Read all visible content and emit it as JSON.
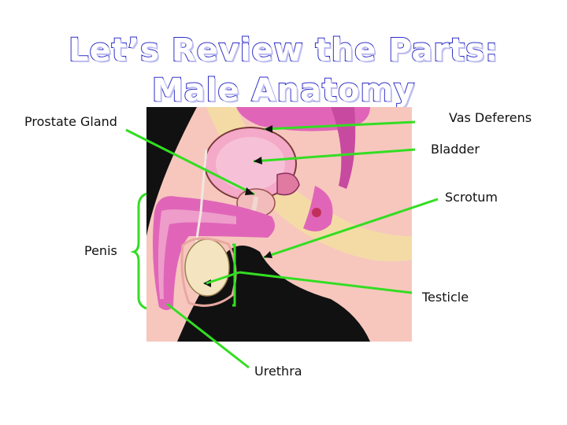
{
  "title": {
    "line1": "Let’s Review the Parts:",
    "line2": "Male Anatomy"
  },
  "labels": {
    "prostate_gland": "Prostate Gland",
    "vas_deferens": "Vas Deferens",
    "bladder": "Bladder",
    "scrotum": "Scrotum",
    "penis": "Penis",
    "testicle": "Testicle",
    "urethra": "Urethra"
  },
  "colors": {
    "title_text": "#2e2ec8",
    "leader_line": "#33dd22",
    "skin": "#f7c7be",
    "tissue_pink": "#e065b8",
    "panel_black": "#111111"
  }
}
